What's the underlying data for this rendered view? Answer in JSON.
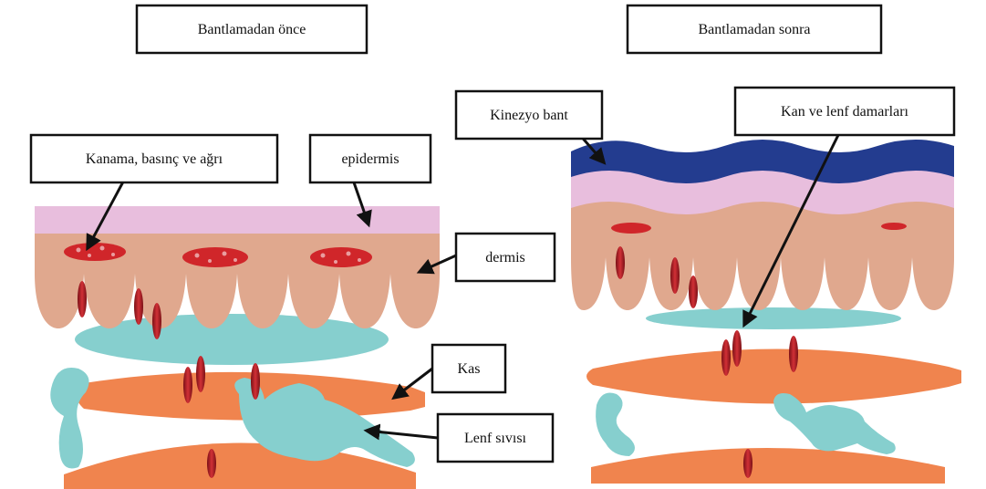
{
  "headers": {
    "before": "Bantlamadan önce",
    "after": "Bantlamadan sonra"
  },
  "labels": {
    "bleeding": "Kanama, basınç ve ağrı",
    "epidermis": "epidermis",
    "dermis": "dermis",
    "muscle": "Kas",
    "lymph_fluid": "Lenf sıvısı",
    "kinesio_tape": "Kinezyo bant",
    "vessels": "Kan ve lenf damarları"
  },
  "colors": {
    "epidermis": "#e8bedd",
    "dermis": "#e0a88e",
    "muscle": "#f0844e",
    "lymph": "#86cfce",
    "tape": "#233c8f",
    "blood": "#c8282c",
    "vessel": "#a81e24"
  }
}
